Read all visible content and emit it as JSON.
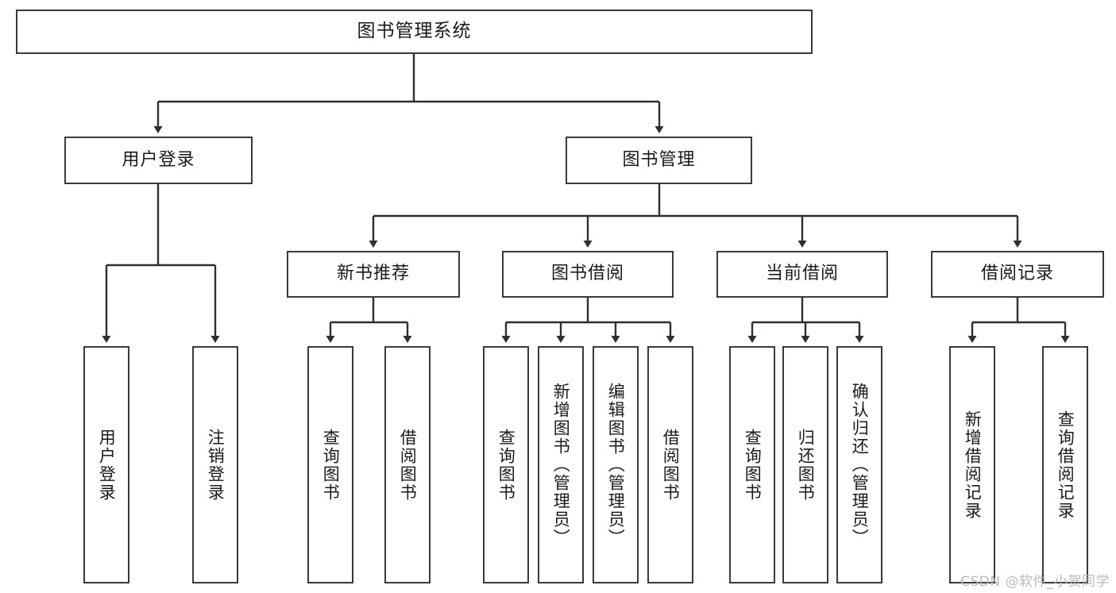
{
  "diagram": {
    "title": "图书管理系统",
    "type": "tree-hierarchy",
    "watermark": "CSDN @软件_小贺同学",
    "colors": {
      "box_stroke": "#3a3a3a",
      "box_fill": "#ffffff",
      "connector": "#2f2f2f",
      "text": "#1a1a1a",
      "watermark": "#b9b9b9",
      "background": "#ffffff"
    },
    "root": {
      "label": "图书管理系统"
    },
    "level1": [
      {
        "label": "用户登录"
      },
      {
        "label": "图书管理"
      }
    ],
    "level2": [
      {
        "label": "新书推荐"
      },
      {
        "label": "图书借阅"
      },
      {
        "label": "当前借阅"
      },
      {
        "label": "借阅记录"
      }
    ],
    "leaves": {
      "user_login": [
        {
          "label": "用户登录"
        },
        {
          "label": "注销登录"
        }
      ],
      "new_book_recommend": [
        {
          "label": "查询图书"
        },
        {
          "label": "借阅图书"
        }
      ],
      "book_borrow": [
        {
          "label": "查询图书"
        },
        {
          "label": "新增图书（管理员）"
        },
        {
          "label": "编辑图书（管理员）"
        },
        {
          "label": "借阅图书"
        }
      ],
      "current_borrow": [
        {
          "label": "查询图书"
        },
        {
          "label": "归还图书"
        },
        {
          "label": "确认归还（管理员）"
        }
      ],
      "borrow_record": [
        {
          "label": "新增借阅记录"
        },
        {
          "label": "查询借阅记录"
        }
      ]
    }
  }
}
